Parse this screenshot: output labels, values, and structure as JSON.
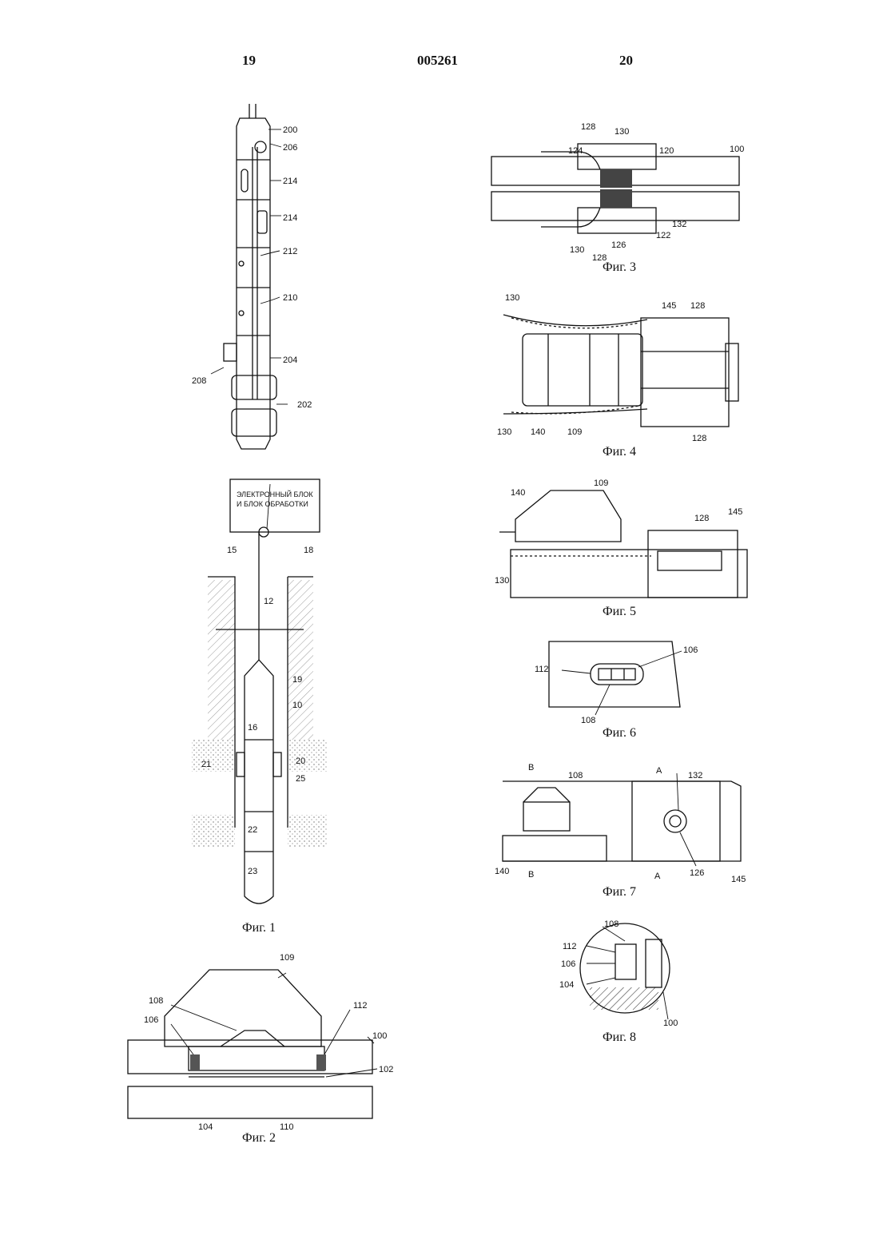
{
  "header": {
    "page_left": "19",
    "doc_number": "005261",
    "page_right": "20"
  },
  "figures": {
    "fig1": {
      "caption": "Фиг. 1",
      "box_line1": "ЭЛЕКТРОННЫЙ БЛОК",
      "box_line2": "И БЛОК ОБРАБОТКИ",
      "labels": [
        "18",
        "15",
        "12",
        "19",
        "10",
        "16",
        "20",
        "21",
        "25",
        "22",
        "23"
      ],
      "tool_labels": [
        "200",
        "206",
        "214",
        "214",
        "212",
        "210",
        "204",
        "208",
        "202"
      ]
    },
    "fig2": {
      "caption": "Фиг. 2",
      "labels": [
        "109",
        "108",
        "106",
        "112",
        "100",
        "102",
        "104",
        "110"
      ]
    },
    "fig3": {
      "caption": "Фиг. 3",
      "labels": [
        "128",
        "130",
        "124",
        "120",
        "100",
        "132",
        "122",
        "126",
        "130",
        "128"
      ]
    },
    "fig4": {
      "caption": "Фиг. 4",
      "labels": [
        "130",
        "145",
        "128",
        "130",
        "140",
        "109",
        "128"
      ]
    },
    "fig5": {
      "caption": "Фиг. 5",
      "labels": [
        "140",
        "109",
        "128",
        "145",
        "130"
      ]
    },
    "fig6": {
      "caption": "Фиг. 6",
      "labels": [
        "106",
        "112",
        "108"
      ]
    },
    "fig7": {
      "caption": "Фиг. 7",
      "labels": [
        "B",
        "108",
        "A",
        "132",
        "140",
        "B",
        "A",
        "126",
        "145"
      ]
    },
    "fig8": {
      "caption": "Фиг. 8",
      "labels": [
        "108",
        "112",
        "106",
        "104",
        "100"
      ]
    }
  }
}
